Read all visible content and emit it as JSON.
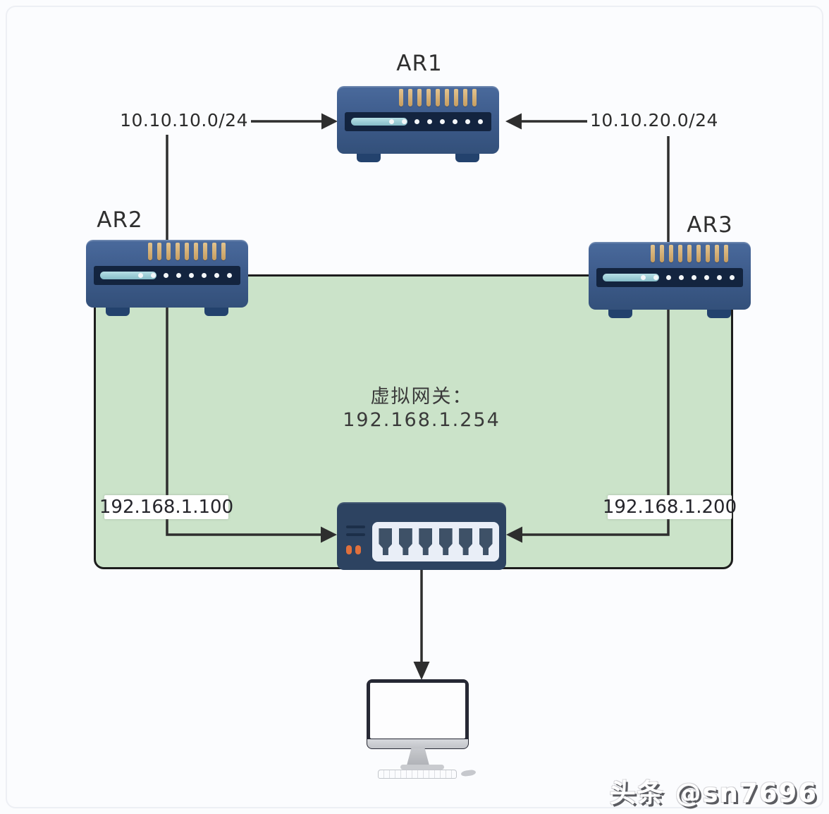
{
  "nodes": {
    "ar1": {
      "label": "AR1"
    },
    "ar2": {
      "label": "AR2"
    },
    "ar3": {
      "label": "AR3"
    }
  },
  "labels": {
    "net_left": "10.10.10.0/24",
    "net_right": "10.10.20.0/24",
    "gateway_title": "虚拟网关：",
    "gateway_ip": "192.168.1.254",
    "host_left_ip": "192.168.1.100",
    "host_right_ip": "192.168.1.200"
  },
  "watermark": "头条 @sn7696",
  "colors": {
    "lan_zone_fill": "#cbe3c9",
    "router_body": "#3e5c8c",
    "router_face": "#13243f",
    "router_display": "#9fd2da",
    "router_pins": "#d4ab6e",
    "switch_body": "#2d4361",
    "switch_panel": "#e9eef7",
    "led_orange": "#e0703c",
    "wire": "#2e2e2e",
    "text": "#2f2f2f"
  }
}
